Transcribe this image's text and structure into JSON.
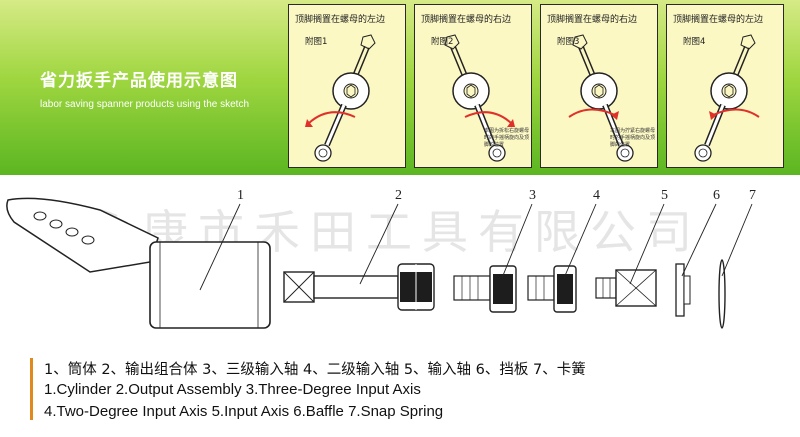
{
  "banner": {
    "title": "省力扳手产品使用示意图",
    "subtitle": "labor saving spanner products using the sketch",
    "accent_color": "#7cc52e"
  },
  "panels": [
    {
      "caption": "顶脚搁置在螺母的左边",
      "figure": "附图1",
      "note": ""
    },
    {
      "caption": "顶脚搁置在螺母的右边",
      "figure": "附图2",
      "note": "本图为拆松右旋螺母时的手摇柄旋向及顶脚的位置"
    },
    {
      "caption": "顶脚搁置在螺母的右边",
      "figure": "附图3",
      "note": "本图为拧紧右旋螺母时的手摇柄旋向及顶脚的位置"
    },
    {
      "caption": "顶脚搁置在螺母的左边",
      "figure": "附图4",
      "note": ""
    }
  ],
  "assembly": {
    "part_numbers": [
      "1",
      "2",
      "3",
      "4",
      "5",
      "6",
      "7"
    ],
    "watermark": "永康市禾田工具有限公司"
  },
  "legend": {
    "chinese": "1、筒体  2、输出组合体  3、三级输入轴  4、二级输入轴  5、输入轴  6、挡板  7、卡簧",
    "english_line1": "1.Cylinder  2.Output Assembly 3.Three-Degree Input Axis",
    "english_line2": "4.Two-Degree Input Axis 5.Input Axis 6.Baffle 7.Snap Spring"
  }
}
